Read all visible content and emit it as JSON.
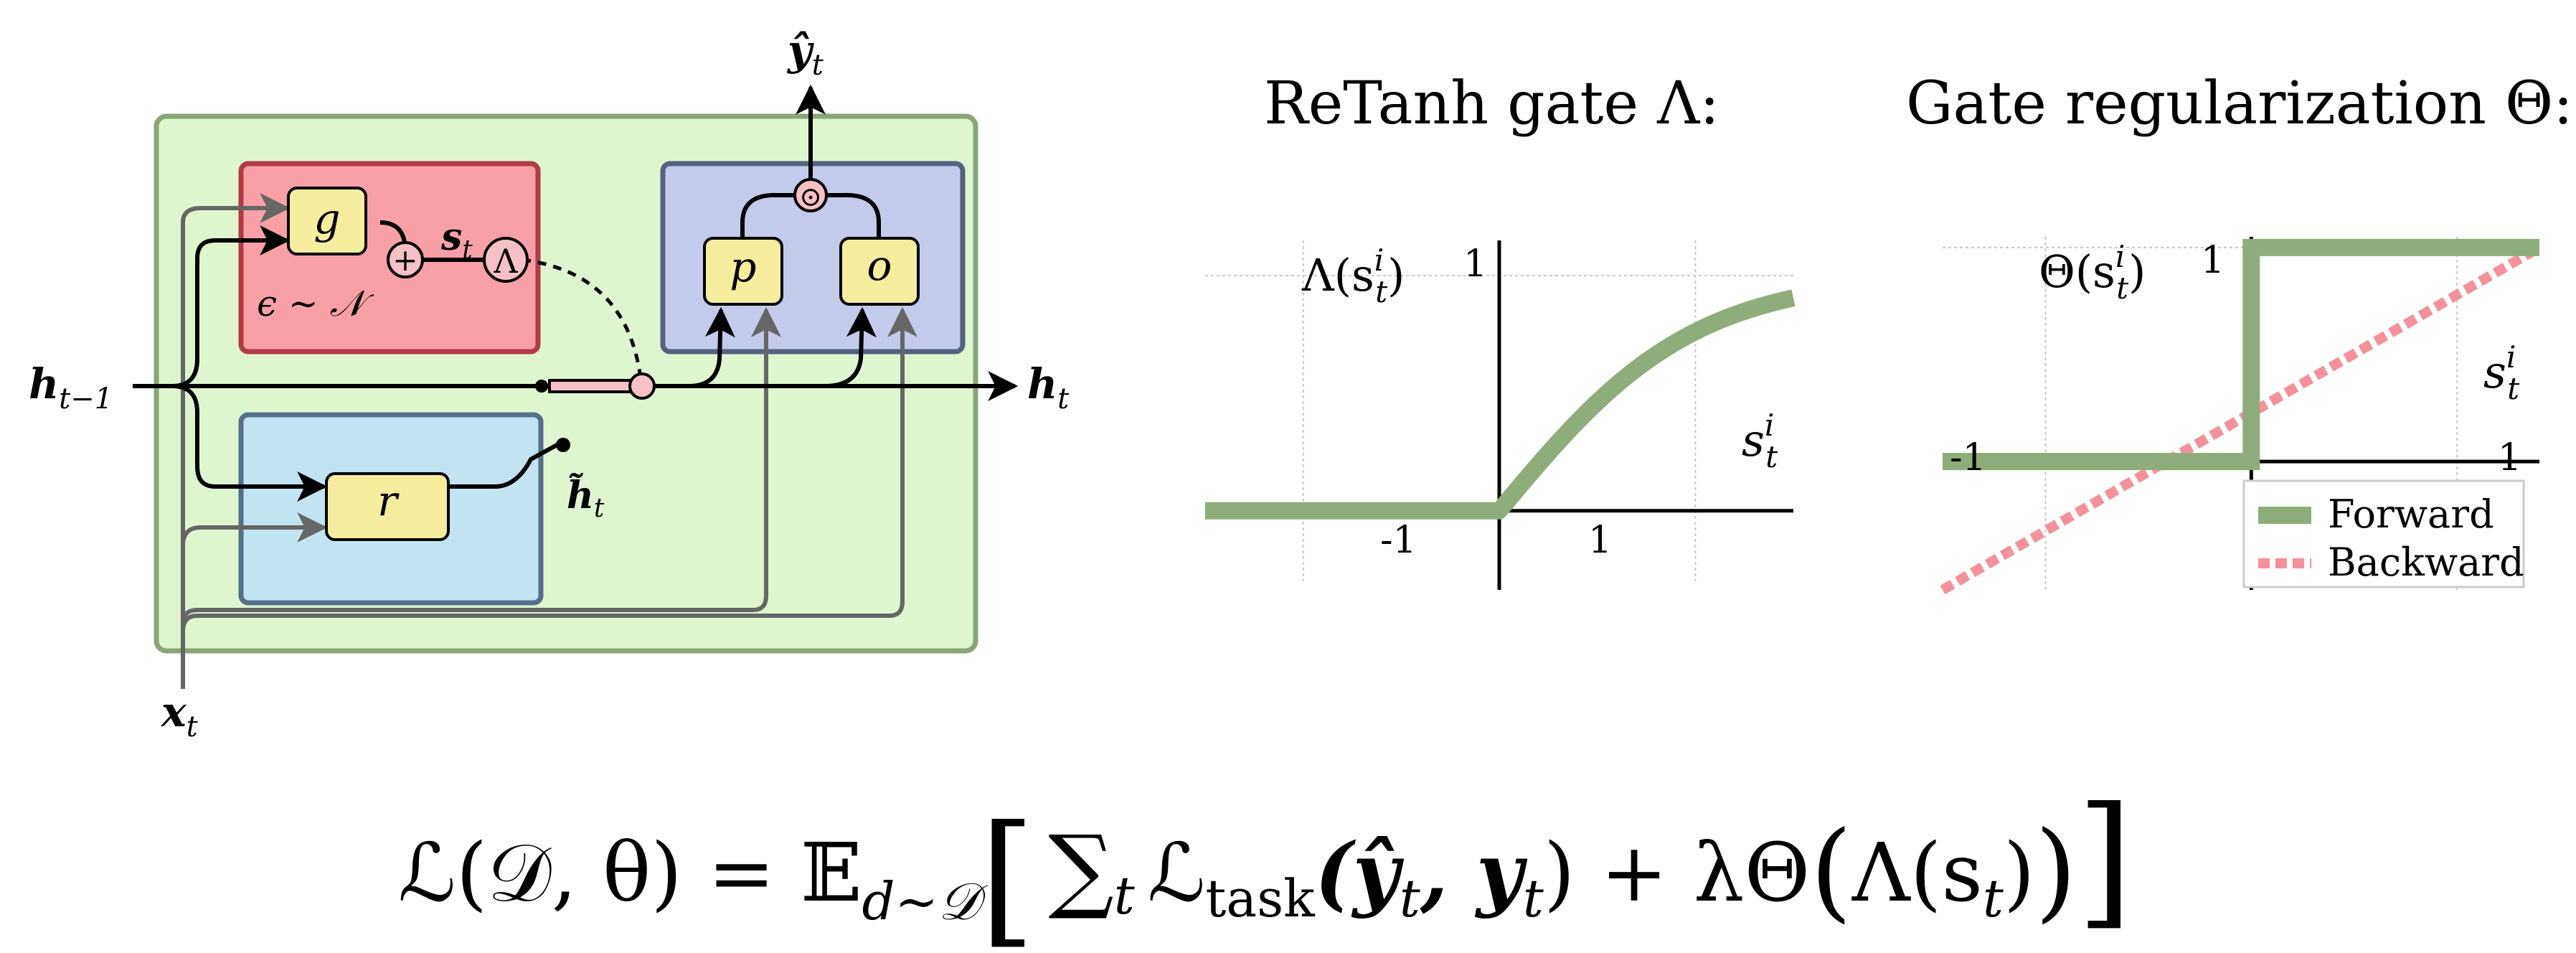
{
  "diagram": {
    "input_hprev_base": "h",
    "input_hprev_sub": "t−1",
    "output_h_base": "h",
    "output_h_sub": "t",
    "input_x_base": "x",
    "input_x_sub": "t",
    "output_y_base": "ŷ",
    "output_y_sub": "t",
    "node_g": "g",
    "node_p": "p",
    "node_o": "o",
    "node_r": "r",
    "plus_symbol": "+",
    "odot_symbol": "⊙",
    "lambda_symbol": "Λ",
    "state_base": "s",
    "state_sub": "t",
    "noise_label": "ϵ ∼ 𝒩",
    "htilde_base": "h̃",
    "htilde_sub": "t",
    "colors": {
      "outer_fill": "#dff5d0",
      "outer_stroke": "#8aa57a",
      "red_fill": "#f8a0a8",
      "red_stroke": "#b23a48",
      "blue_fill": "#c3caea",
      "blue_stroke": "#55617f",
      "cyan_fill": "#c2e3f0",
      "cyan_stroke": "#55718a",
      "node_fill": "#f5ed9e",
      "gate_fill": "#f6c0c6"
    }
  },
  "retanh_panel": {
    "title": "ReTanh gate Λ:",
    "ylabel": "Λ(s",
    "ylabel_sup": "i",
    "ylabel_sub": "t",
    "ylabel_close": ")",
    "xlabel": "s",
    "xlabel_sup": "i",
    "xlabel_sub": "t",
    "y_tick": "1",
    "x_tick_neg": "-1",
    "x_tick_pos": "1"
  },
  "reg_panel": {
    "title": "Gate regularization Θ:",
    "ylabel": "Θ(s",
    "ylabel_sup": "i",
    "ylabel_sub": "t",
    "ylabel_close": ")",
    "xlabel": "s",
    "xlabel_sup": "i",
    "xlabel_sub": "t",
    "y_tick": "1",
    "x_tick_neg": "-1",
    "x_tick_pos": "1",
    "legend": [
      "Forward",
      "Backward"
    ]
  },
  "chart_data": [
    {
      "type": "line",
      "title": "ReTanh gate Λ:",
      "xlim": [
        -1.5,
        1.5
      ],
      "ylim": [
        -0.3,
        1.15
      ],
      "x_ticks": [
        -1,
        1
      ],
      "y_ticks": [
        1
      ],
      "grid": true,
      "series": [
        {
          "function": "max(0, tanh(x))",
          "color": "#8fad7a"
        }
      ]
    },
    {
      "type": "line",
      "title": "Gate regularization Θ:",
      "xlim": [
        -1.5,
        1.4
      ],
      "ylim": [
        -0.6,
        1.05
      ],
      "x_ticks": [
        -1,
        1
      ],
      "y_ticks": [
        1
      ],
      "grid": true,
      "legend_position": "bottom-right",
      "series": [
        {
          "name": "Forward",
          "x": [
            -1.5,
            0,
            0,
            1.4
          ],
          "y": [
            0,
            0,
            1,
            1
          ],
          "color": "#8fad7a"
        },
        {
          "name": "Backward",
          "x": [
            -1.5,
            1.4
          ],
          "y": [
            -0.6,
            1.0
          ],
          "color": "#f4919b"
        }
      ]
    }
  ],
  "equation": {
    "lhs": "ℒ(𝒟, θ) = 𝔼",
    "expectation_sub": "d∼𝒟",
    "open_bracket": "[",
    "sum": "∑",
    "sum_sub": "t",
    "task_loss": "ℒ",
    "task_sub": "task",
    "task_args": "(ŷ",
    "yhat_sub": "t",
    "comma_y": ", y",
    "y_sub": "t",
    "close_paren_plus": ") + λΘ",
    "big_open_paren": "(",
    "inner_lambda": "Λ(s",
    "s_sub": "t",
    "inner_close": ")",
    "big_close_paren": ")",
    "close_bracket": "]"
  }
}
